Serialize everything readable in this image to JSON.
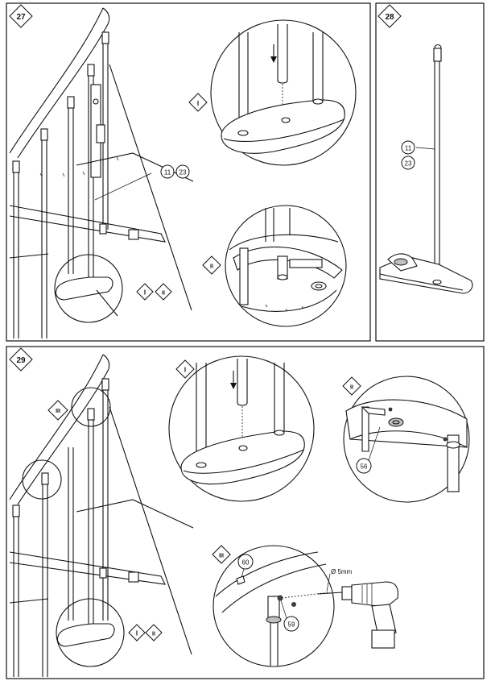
{
  "steps": [
    {
      "number": "27",
      "callouts": [
        "11",
        "23"
      ],
      "details": [
        "I",
        "II"
      ],
      "detail_ref": [
        "I",
        "II"
      ]
    },
    {
      "number": "28",
      "callouts": [
        "11",
        "23"
      ]
    },
    {
      "number": "29",
      "details": [
        "I",
        "II",
        "III"
      ],
      "detail_ref": [
        "I",
        "II"
      ],
      "parts": {
        "hex_key": "56",
        "drill_size": "Ø 5mm",
        "plug": "60",
        "screw": "59"
      }
    }
  ],
  "icons": [
    "stair-railing-drawing",
    "magnifier-circle",
    "down-arrow-icon",
    "allen-key-icon",
    "drill-icon"
  ]
}
